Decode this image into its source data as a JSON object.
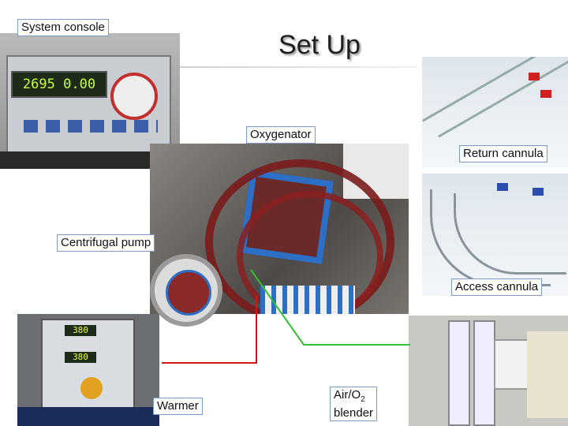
{
  "title": "Set Up",
  "labels": {
    "system_console": "System console",
    "oxygenator": "Oxygenator",
    "return_cannula": "Return cannula",
    "centrifugal_pump": "Centrifugal pump",
    "access_cannula": "Access cannula",
    "warmer": "Warmer",
    "blender_main": "Air/O",
    "blender_sub": "2",
    "blender_line2": "blender"
  },
  "console_display": {
    "left": "2695",
    "right": "0.00"
  },
  "warmer_display": {
    "top": "380",
    "bottom": "380"
  },
  "colors": {
    "line_red": "#d01818",
    "line_green": "#30c030",
    "label_border": "#7a9cc6"
  }
}
